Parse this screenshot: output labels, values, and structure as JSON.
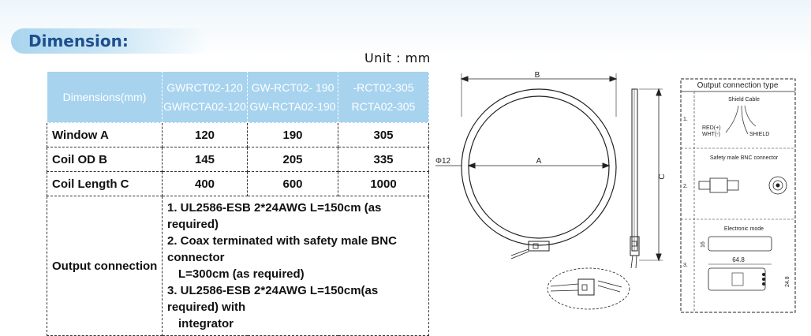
{
  "page": {
    "title": "Dimension:",
    "unit": "Unit : mm"
  },
  "table": {
    "header_label": "Dimensions(mm)",
    "columns": [
      {
        "line1": "GWRCT02-120",
        "line2": "GWRCTA02-120"
      },
      {
        "line1": "GW-RCT02- 190",
        "line2": "GW-RCTA02-190"
      },
      {
        "line1": "-RCT02-305",
        "line2": "RCTA02-305"
      }
    ],
    "rows": [
      {
        "label": "Window A",
        "values": [
          "120",
          "190",
          "305"
        ]
      },
      {
        "label": "Coil OD B",
        "values": [
          "145",
          "205",
          "335"
        ]
      },
      {
        "label": "Coil Length C",
        "values": [
          "400",
          "600",
          "1000"
        ]
      }
    ],
    "output": {
      "label": "Output connection",
      "lines": [
        "1. UL2586-ESB 2*24AWG  L=150cm (as required)",
        "2. Coax terminated with safety male BNC connector",
        "L=300cm (as required)",
        "3. UL2586-ESB 2*24AWG  L=150cm(as required) with",
        "integrator"
      ]
    }
  },
  "diagram": {
    "dim_b": "B",
    "dim_a": "A",
    "dim_c": "C",
    "phi": "Φ12",
    "output_box": {
      "title": "Output connection type",
      "item1_num": "1.",
      "item1_title": "Shield Cable",
      "item1_red": "RED(+)",
      "item1_wht": "WHT(-)",
      "item1_shield": "SHIELD",
      "item2_num": "2.",
      "item2_title": "Safety male BNC connector",
      "item3_num": "3.",
      "item3_title": "Electronic mode",
      "item3_len": "64.8",
      "item3_h": "16",
      "item3_w": "24.8"
    }
  }
}
